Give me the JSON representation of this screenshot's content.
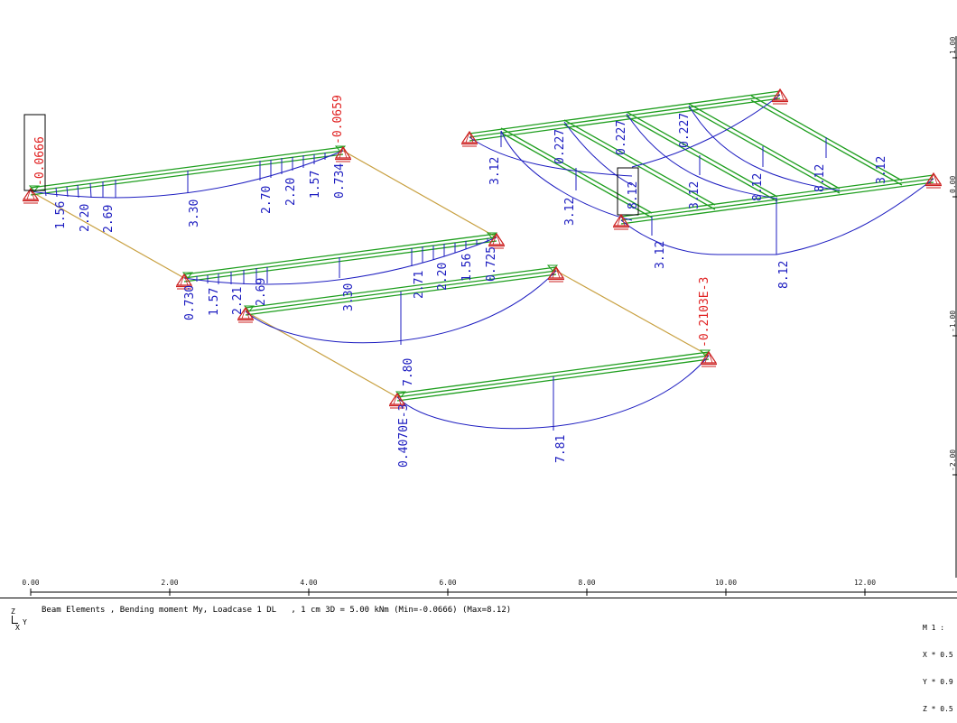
{
  "caption": "Beam Elements , Bending moment My, Loadcase 1 DL   , 1 cm 3D = 5.00 kNm (Min=-0.0666) (Max=8.12)",
  "axis_labels": {
    "z": "Z",
    "x": "X",
    "y": "Y"
  },
  "info_box": {
    "title": "M 1 :",
    "x": "X * 0.5",
    "y": "Y * 0.9",
    "z": "Z * 0.5"
  },
  "ruler": {
    "ticks": [
      "0.00",
      "2.00",
      "4.00",
      "6.00",
      "8.00",
      "10.00",
      "12.00"
    ]
  },
  "right_ruler": {
    "ticks": [
      "1.00",
      "0.00",
      "-1.00",
      "-2.00"
    ]
  },
  "colors": {
    "beam": "#1e9e1e",
    "moment": "#1c1cc0",
    "support": "#cc2020",
    "link": "#c8a040",
    "extreme_label": "#e02020"
  },
  "labels": {
    "min_value": "-0.0666",
    "b1_right": "-0.0659",
    "b1_v1": "1.56",
    "b1_v2": "2.20",
    "b1_v3": "2.69",
    "b1_v4": "3.30",
    "b1_v5": "2.70",
    "b1_v6": "2.20",
    "b1_v7": "1.57",
    "b1_v8": "0.734",
    "b2_v1": "0.730",
    "b2_v2": "1.57",
    "b2_v3": "2.21",
    "b2_v4": "2.69",
    "b2_v5": "3.30",
    "b2_v6": "2.71",
    "b2_v7": "2.20",
    "b2_v8": "1.56",
    "b2_v9": "0.725",
    "b3_mid": "7.80",
    "b4_right": "-0.2103E-3",
    "b4_left": "0.4070E-3",
    "b4_mid": "7.81",
    "r_v1": "3.12",
    "r_v2": "0.227",
    "r_v3": "0.227",
    "r_v4": "0.227",
    "r_v5": "3.12",
    "r_v6": "8.12",
    "r_v7": "3.12",
    "r_v8": "3.12",
    "r_v9": "8.12",
    "r_v10": "8.12",
    "r_v11": "3.12",
    "r_v12": "8.12"
  }
}
